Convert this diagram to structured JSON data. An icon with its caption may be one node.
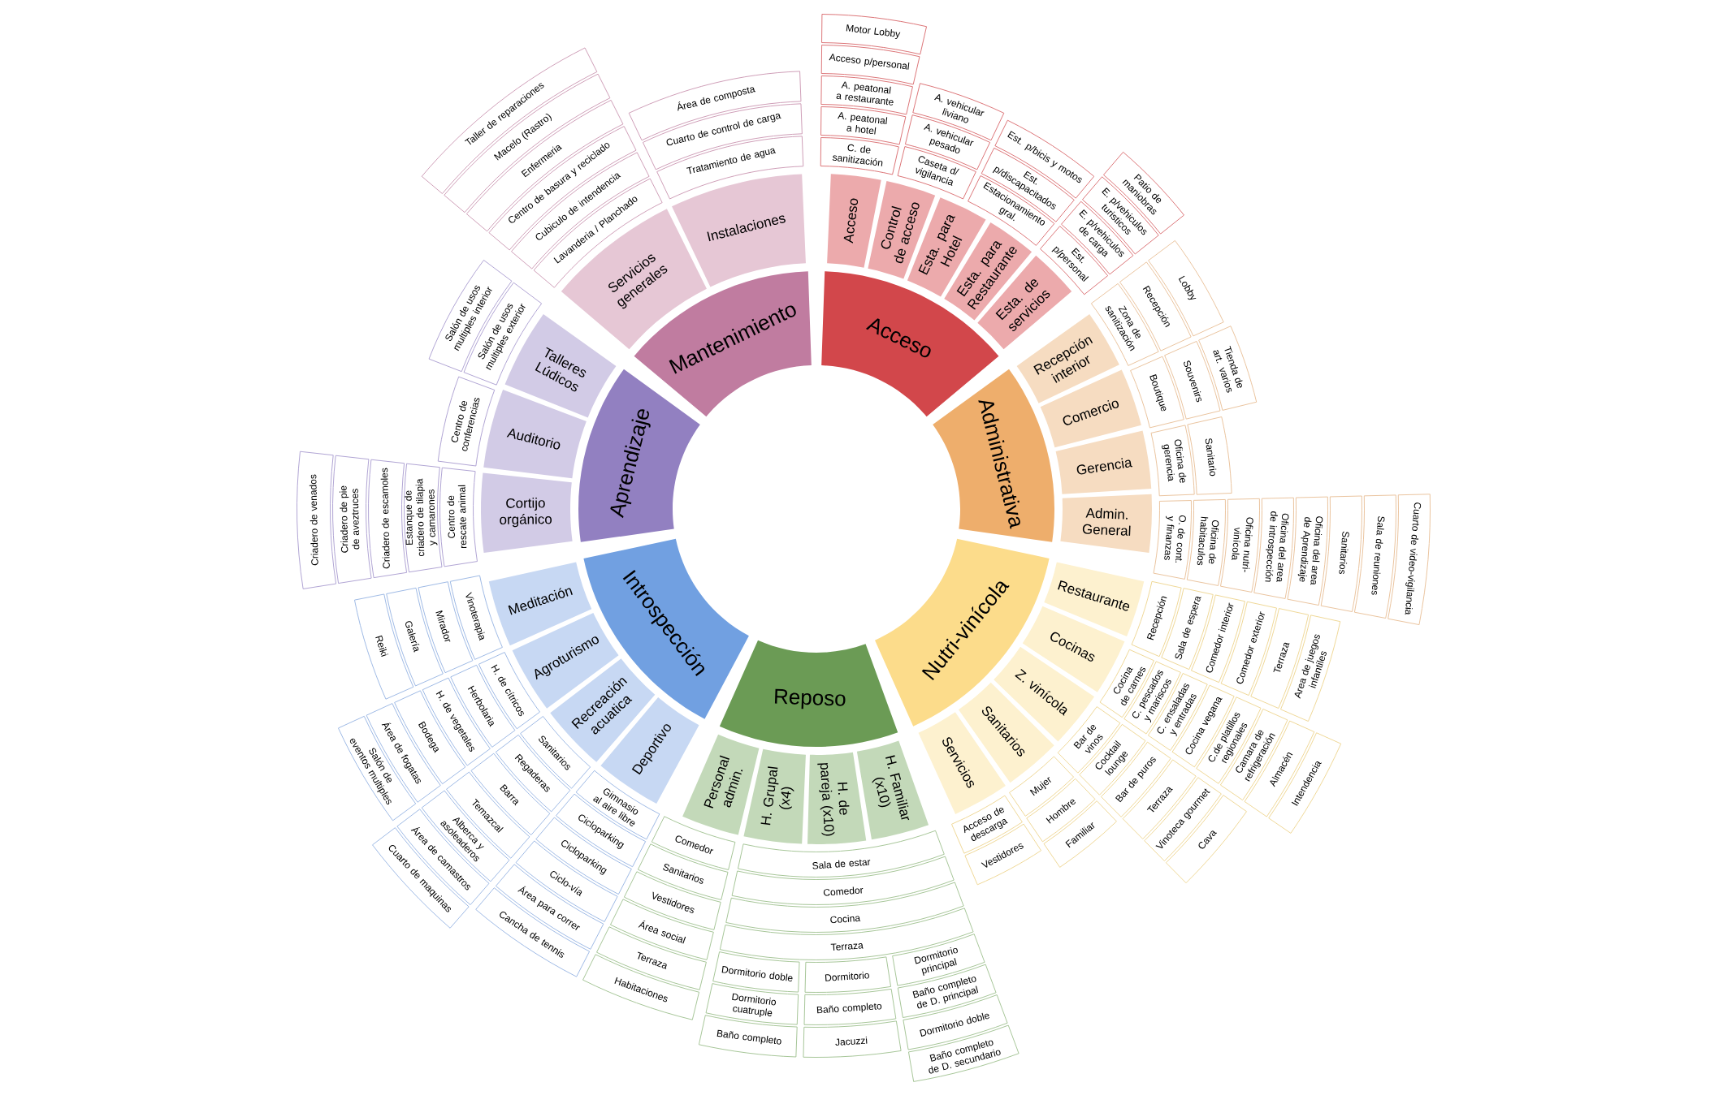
{
  "diagram": {
    "nodes": [
      {
        "text": [
          "Acceso"
        ]
      },
      {
        "text": [
          "Acceso"
        ]
      },
      {
        "text": [
          "Control de acceso"
        ]
      },
      {
        "text": [
          "Esta. para Hotel"
        ]
      },
      {
        "text": [
          "Esta. para Restaurante"
        ]
      },
      {
        "text": [
          "Esta. de servicios"
        ]
      },
      {
        "text": [
          "C. de sanitización"
        ]
      },
      {
        "text": [
          "A. peatonal a hotel"
        ]
      },
      {
        "text": [
          "A. peatonal a restaurante"
        ]
      },
      {
        "text": [
          "Acceso p/personal"
        ]
      },
      {
        "text": [
          "Motor Lobby"
        ]
      },
      {
        "text": [
          "Caseta d/ vigilancia"
        ]
      },
      {
        "text": [
          "A. vehicular pesado"
        ]
      },
      {
        "text": [
          "A. vehicular liviano"
        ]
      },
      {
        "text": [
          "Estacionamiento gral."
        ]
      },
      {
        "text": [
          "Est. p/discapacitados"
        ]
      },
      {
        "text": [
          "Est. p/bicis y motos"
        ]
      },
      {
        "text": [
          "Est. p/personal"
        ]
      },
      {
        "text": [
          "E. p/vehiculos de carga"
        ]
      },
      {
        "text": [
          "E. p/vehiculos turisticos"
        ]
      },
      {
        "text": [
          "Patio de maniobras"
        ]
      },
      {
        "text": [
          "Administrativa"
        ]
      },
      {
        "text": [
          "Recepción interior"
        ]
      },
      {
        "text": [
          "Comercio"
        ]
      },
      {
        "text": [
          "Gerencia"
        ]
      },
      {
        "text": [
          "Admin. General"
        ]
      },
      {
        "text": [
          "Zona de sanitización"
        ]
      },
      {
        "text": [
          "Recepción"
        ]
      },
      {
        "text": [
          "Lobby"
        ]
      },
      {
        "text": [
          "Boutique"
        ]
      },
      {
        "text": [
          "Souvenirs"
        ]
      },
      {
        "text": [
          "Tienda de art. varios"
        ]
      },
      {
        "text": [
          "Oficina de gerencia"
        ]
      },
      {
        "text": [
          "Sanitario"
        ]
      },
      {
        "text": [
          "O. de cont. y finanzas"
        ]
      },
      {
        "text": [
          "Oficina de habitaculos"
        ]
      },
      {
        "text": [
          "Oficina nutri-vinícola"
        ]
      },
      {
        "text": [
          "Oficina del area de introspección"
        ]
      },
      {
        "text": [
          "Oficina del area de Aprendizaje"
        ]
      },
      {
        "text": [
          "Sanitarios"
        ]
      },
      {
        "text": [
          "Sala de reuniones"
        ]
      },
      {
        "text": [
          "Cuarto de video-vigilancia"
        ]
      },
      {
        "text": [
          "Nutri-vinícola"
        ]
      },
      {
        "text": [
          "Restaurante"
        ]
      },
      {
        "text": [
          "Cocinas"
        ]
      },
      {
        "text": [
          "Z. vinícola"
        ]
      },
      {
        "text": [
          "Sanitarios"
        ]
      },
      {
        "text": [
          "Servicios"
        ]
      },
      {
        "text": [
          "Recepción"
        ]
      },
      {
        "text": [
          "Sala de espera"
        ]
      },
      {
        "text": [
          "Comedor interior"
        ]
      },
      {
        "text": [
          "Comedor exterior"
        ]
      },
      {
        "text": [
          "Terraza"
        ]
      },
      {
        "text": [
          "Area de juegos infantiles"
        ]
      },
      {
        "text": [
          "Cocina de carnes"
        ]
      },
      {
        "text": [
          "C. pescados y mariscos"
        ]
      },
      {
        "text": [
          "C. ensaladas y entradas"
        ]
      },
      {
        "text": [
          "Cocina vegana"
        ]
      },
      {
        "text": [
          "C.de platillos regionales"
        ]
      },
      {
        "text": [
          "Camara de refrigeración"
        ]
      },
      {
        "text": [
          "Almacén"
        ]
      },
      {
        "text": [
          "Intendencia"
        ]
      },
      {
        "text": [
          "Bar de vinos"
        ]
      },
      {
        "text": [
          "Cocktail lounge"
        ]
      },
      {
        "text": [
          "Bar de puros"
        ]
      },
      {
        "text": [
          "Terraza"
        ]
      },
      {
        "text": [
          "Vinoteca gourmet"
        ]
      },
      {
        "text": [
          "Cava"
        ]
      },
      {
        "text": [
          "Mujer"
        ]
      },
      {
        "text": [
          "Hombre"
        ]
      },
      {
        "text": [
          "Familiar"
        ]
      },
      {
        "text": [
          "Acceso de descarga"
        ]
      },
      {
        "text": [
          "Vestidores"
        ]
      },
      {
        "text": [
          "Reposo"
        ]
      },
      {
        "text": [
          "Personal admin."
        ]
      },
      {
        "text": [
          "H. Grupal (x4)"
        ]
      },
      {
        "text": [
          "H. de pareja (x10)"
        ]
      },
      {
        "text": [
          "H. Familiar (x10)"
        ]
      },
      {
        "text": [
          "Comedor"
        ]
      },
      {
        "text": [
          "Sanitarios"
        ]
      },
      {
        "text": [
          "Vestidores"
        ]
      },
      {
        "text": [
          "Área social"
        ]
      },
      {
        "text": [
          "Terraza"
        ]
      },
      {
        "text": [
          "Habitaciones"
        ]
      },
      {
        "text": [
          "Sala de estar"
        ]
      },
      {
        "text": [
          "Comedor"
        ]
      },
      {
        "text": [
          "Cocina"
        ]
      },
      {
        "text": [
          "Terraza"
        ]
      },
      {
        "text": [
          "Dormitorio doble"
        ]
      },
      {
        "text": [
          "Dormitorio cuatruple"
        ]
      },
      {
        "text": [
          "Baño completo"
        ]
      },
      {
        "text": [
          "Dormitorio"
        ]
      },
      {
        "text": [
          "Baño completo"
        ]
      },
      {
        "text": [
          "Jacuzzi"
        ]
      },
      {
        "text": [
          "Dormitorio principal"
        ]
      },
      {
        "text": [
          "Baño completo de D. principal"
        ]
      },
      {
        "text": [
          "Dormitorio doble"
        ]
      },
      {
        "text": [
          "Baño completo de D. secundario"
        ]
      },
      {
        "text": [
          "Introspección"
        ]
      },
      {
        "text": [
          "Meditación"
        ]
      },
      {
        "text": [
          "Agroturismo"
        ]
      },
      {
        "text": [
          "Recreación acuatica"
        ]
      },
      {
        "text": [
          "Deportivo"
        ]
      },
      {
        "text": [
          "Vinoterapia"
        ]
      },
      {
        "text": [
          "Mirador"
        ]
      },
      {
        "text": [
          "Galería"
        ]
      },
      {
        "text": [
          "Reiki"
        ]
      },
      {
        "text": [
          "H. de cítricos"
        ]
      },
      {
        "text": [
          "Herbolaria"
        ]
      },
      {
        "text": [
          "H. de vegetales"
        ]
      },
      {
        "text": [
          "Bodega"
        ]
      },
      {
        "text": [
          "Área de fogatas"
        ]
      },
      {
        "text": [
          "Salón de eventos multiples"
        ]
      },
      {
        "text": [
          "Sanitarios"
        ]
      },
      {
        "text": [
          "Regaderas"
        ]
      },
      {
        "text": [
          "Barra"
        ]
      },
      {
        "text": [
          "Temazcal"
        ]
      },
      {
        "text": [
          "Alberca y asoleaderos"
        ]
      },
      {
        "text": [
          "Área de camastros"
        ]
      },
      {
        "text": [
          "Cuarto de maquinas"
        ]
      },
      {
        "text": [
          "Gimnasio al aire libre"
        ]
      },
      {
        "text": [
          "Cicloparking"
        ]
      },
      {
        "text": [
          "Cicloparking"
        ]
      },
      {
        "text": [
          "Ciclo-vía"
        ]
      },
      {
        "text": [
          "Área para correr"
        ]
      },
      {
        "text": [
          "Cancha de tennis"
        ]
      },
      {
        "text": [
          "Aprendizaje"
        ]
      },
      {
        "text": [
          "Talleres Lúdicos"
        ]
      },
      {
        "text": [
          "Auditorio"
        ]
      },
      {
        "text": [
          "Cortijo orgánico"
        ]
      },
      {
        "text": [
          "Salón de usos multiples exterior"
        ]
      },
      {
        "text": [
          "Salón de usos multiples interior"
        ]
      },
      {
        "text": [
          "Centro de conferencias"
        ]
      },
      {
        "text": [
          "Centro de rescate animal"
        ]
      },
      {
        "text": [
          "Estanque de criadero de tilapia y camarones"
        ]
      },
      {
        "text": [
          "Criadero de escamoles"
        ]
      },
      {
        "text": [
          "Criadero de pie de aveztruces"
        ]
      },
      {
        "text": [
          "Criadero de venados"
        ]
      },
      {
        "text": [
          "Mantenimiento"
        ]
      },
      {
        "text": [
          "Servicios generales"
        ]
      },
      {
        "text": [
          "Instalaciones"
        ]
      },
      {
        "text": [
          "Lavanderia / Planchado"
        ]
      },
      {
        "text": [
          "Cubiculo de intendencia"
        ]
      },
      {
        "text": [
          "Centro de basura y reciclado"
        ]
      },
      {
        "text": [
          "Enfermeria"
        ]
      },
      {
        "text": [
          "Macelo (Rastro)"
        ]
      },
      {
        "text": [
          "Taller de reparaciones"
        ]
      },
      {
        "text": [
          "Tratamiento de agua"
        ]
      },
      {
        "text": [
          "Cuarto de control de carga"
        ]
      },
      {
        "text": [
          "Área de composta"
        ]
      }
    ]
  }
}
